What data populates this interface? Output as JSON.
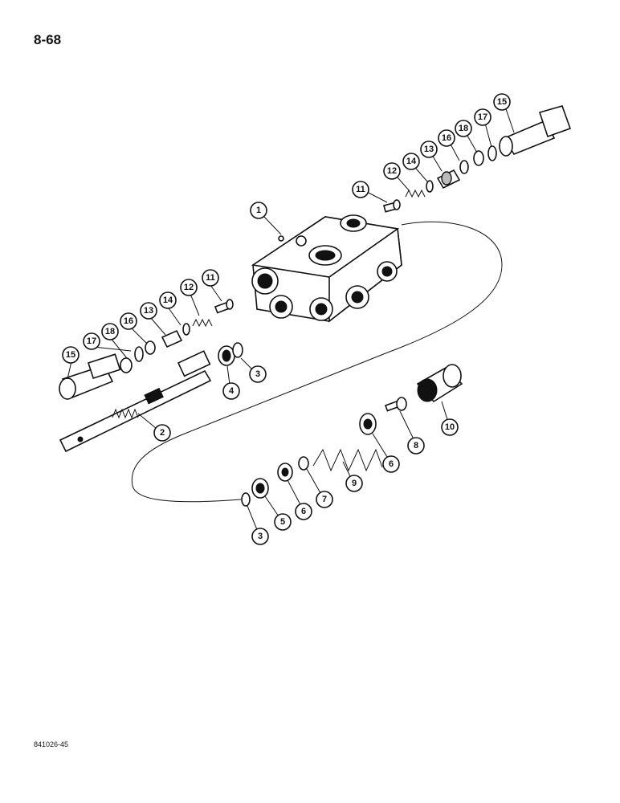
{
  "page_number": "8-68",
  "figure_code": "841026-45",
  "callouts": [
    "1",
    "2",
    "3",
    "4",
    "11",
    "12",
    "14",
    "13",
    "16",
    "18",
    "17",
    "15",
    "11",
    "12",
    "14",
    "13",
    "16",
    "18",
    "17",
    "15",
    "10",
    "8",
    "6",
    "9",
    "7",
    "6",
    "5",
    "3"
  ]
}
